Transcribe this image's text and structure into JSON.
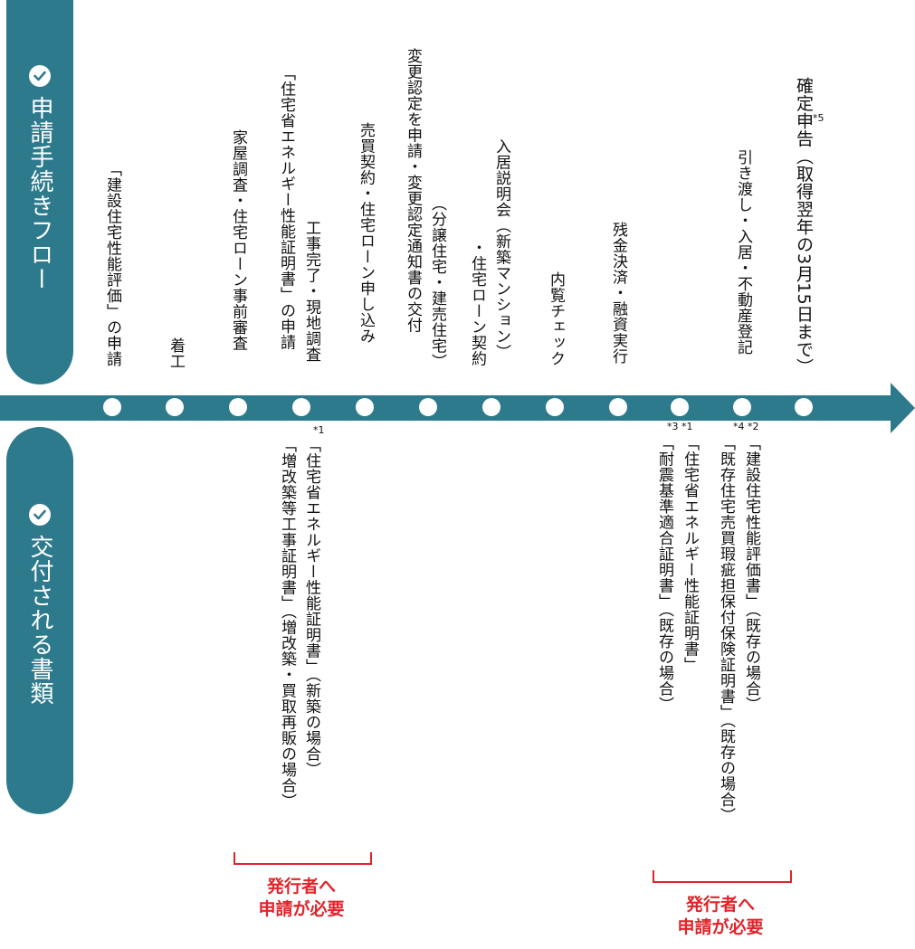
{
  "flow_label": "申請手続きフロー",
  "docs_label": "交付される書類",
  "steps": [
    {
      "l1": "「建設住宅性能評価」の申請",
      "l2": ""
    },
    {
      "l1": "着工",
      "l2": ""
    },
    {
      "l1": "家屋調査・住宅ローン事前審査",
      "l2": ""
    },
    {
      "l1": "工事完了・現地調査",
      "l2": "「住宅省エネルギー性能証明書」の申請"
    },
    {
      "l1": "売買契約・住宅ローン申し込み",
      "l2": ""
    },
    {
      "l1": "（分譲住宅・建売住宅）",
      "l2": "変更認定を申請・変更認定通知書の交付"
    },
    {
      "l1": "・住宅ローン契約",
      "l2": "入居説明会（新築マンション）"
    },
    {
      "l1": "内覧チェック",
      "l2": ""
    },
    {
      "l1": "残金決済・融資実行",
      "l2": ""
    },
    {
      "l1": "引き渡し・入居・不動産登記",
      "l2": ""
    },
    {
      "l1": "確定申告（取得翌年の3月15日まで）",
      "l2": "",
      "note": "*5"
    }
  ],
  "docs": [
    {
      "l1": "「住宅省エネルギー性能証明書」（新築の場合）",
      "l2": "「増改築等工事証明書」（増改築・買取再販の場合）",
      "note": "*1"
    },
    {
      "l1": "「住宅省エネルギー性能証明書」",
      "l2": "「耐震基準適合証明書」（既存の場合）",
      "note": "*3 *1"
    },
    {
      "l1": "「建設住宅性能評価書」（既存の場合）",
      "l2": "「既存住宅売買瑕疵担保付保険証明書」（既存の場合）",
      "note": "*4 *2"
    }
  ],
  "requirement_note": {
    "line1": "発行者へ",
    "line2": "申請が必要"
  },
  "colors": {
    "teal": "#2e7a8d",
    "red": "#e0242a"
  }
}
